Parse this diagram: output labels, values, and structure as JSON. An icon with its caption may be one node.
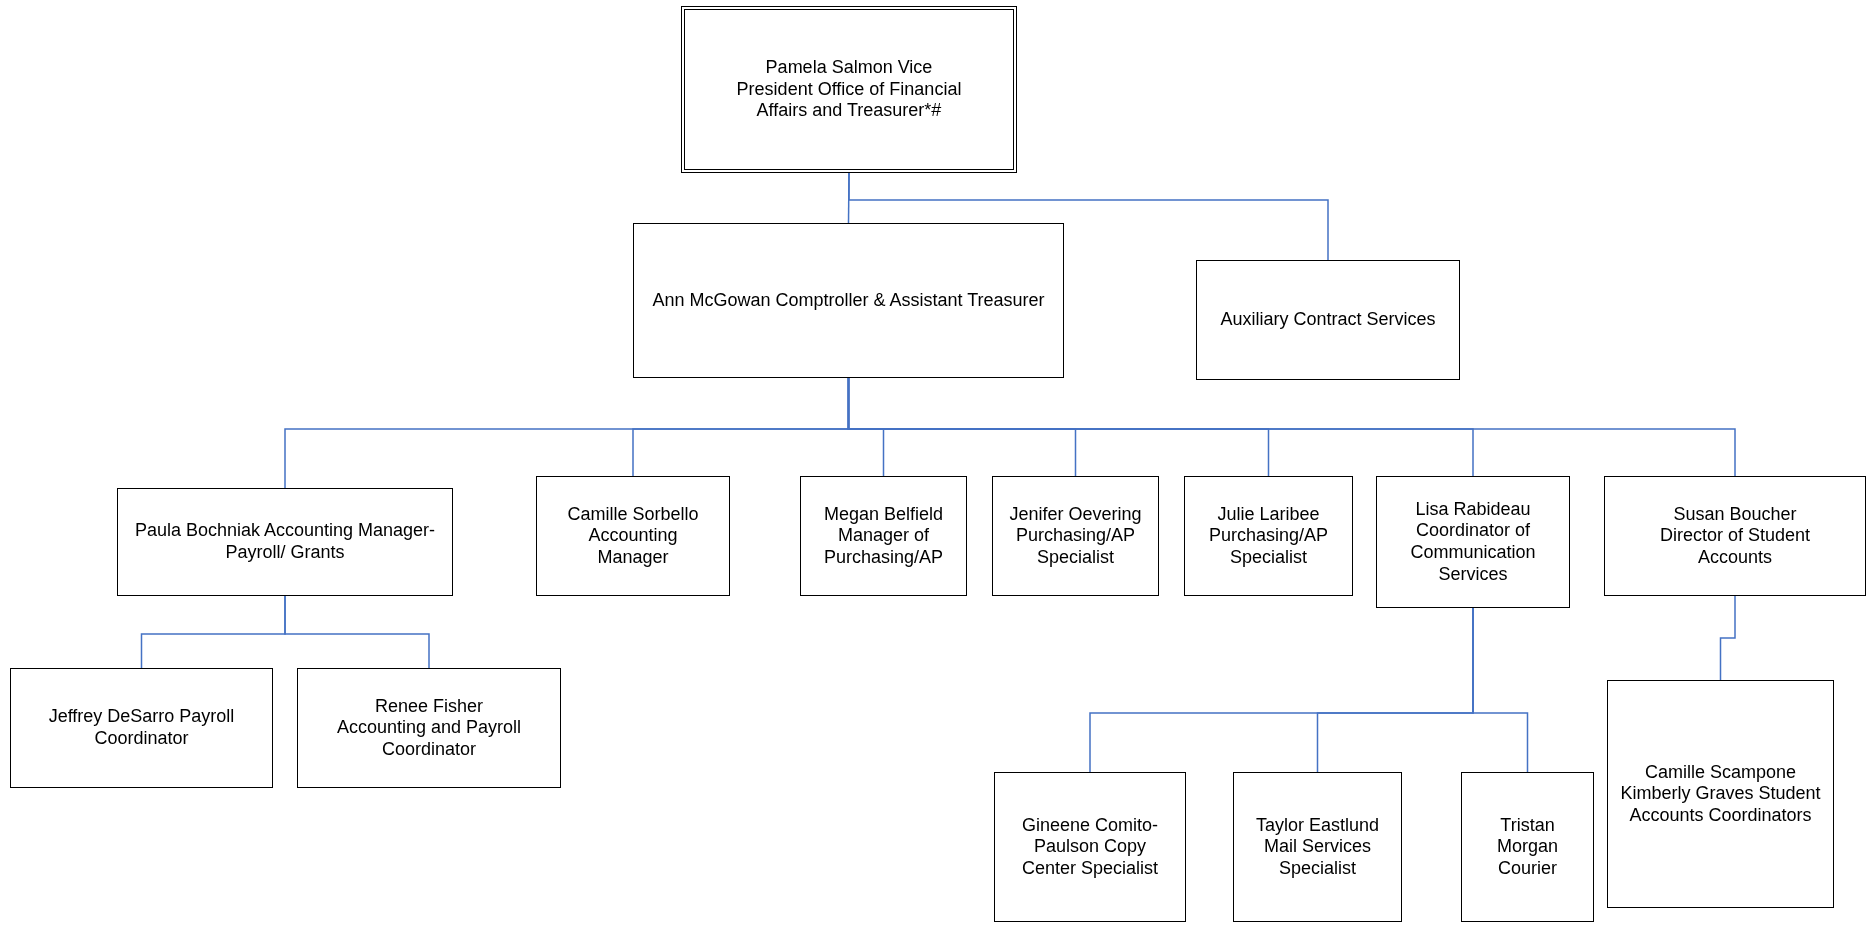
{
  "diagram": {
    "nodes": [
      {
        "text": [
          "Pamela Salmon Vice President Office of Financial Affairs and Treasurer*#"
        ]
      },
      {
        "text": [
          "Ann McGowan Comptroller & Assistant Treasurer"
        ]
      },
      {
        "text": [
          "Auxiliary Contract Services"
        ]
      },
      {
        "text": [
          "Paula Bochniak Accounting Manager-Payroll/ Grants"
        ]
      },
      {
        "text": [
          "Camille Sorbello Accounting Manager"
        ]
      },
      {
        "text": [
          "Megan Belfield Manager of Purchasing/AP"
        ]
      },
      {
        "text": [
          "Jenifer Oevering Purchasing/AP Specialist"
        ]
      },
      {
        "text": [
          "Julie Laribee Purchasing/AP Specialist"
        ]
      },
      {
        "text": [
          "Lisa Rabideau Coordinator of Communication Services"
        ]
      },
      {
        "text": [
          "Susan Boucher Director of Student Accounts"
        ]
      },
      {
        "text": [
          "Jeffrey DeSarro Payroll Coordinator"
        ]
      },
      {
        "text": [
          "Renee Fisher Accounting and Payroll Coordinator"
        ]
      },
      {
        "text": [
          "Gineene Comito-Paulson Copy Center Specialist"
        ]
      },
      {
        "text": [
          "Taylor Eastlund Mail Services Specialist"
        ]
      },
      {
        "text": [
          "Tristan Morgan Courier"
        ]
      },
      {
        "text": [
          "Camille Scampone Kimberly Graves Student Accounts Coordinators"
        ]
      }
    ],
    "edges": [
      {
        "from": 0,
        "to": 1,
        "arrow": "none"
      },
      {
        "from": 0,
        "to": 2,
        "arrow": "none"
      },
      {
        "from": 1,
        "to": 3,
        "arrow": "none"
      },
      {
        "from": 1,
        "to": 4,
        "arrow": "none"
      },
      {
        "from": 1,
        "to": 5,
        "arrow": "none"
      },
      {
        "from": 1,
        "to": 6,
        "arrow": "none"
      },
      {
        "from": 1,
        "to": 7,
        "arrow": "none"
      },
      {
        "from": 1,
        "to": 8,
        "arrow": "none"
      },
      {
        "from": 1,
        "to": 9,
        "arrow": "none"
      },
      {
        "from": 3,
        "to": 10,
        "arrow": "none"
      },
      {
        "from": 3,
        "to": 11,
        "arrow": "none"
      },
      {
        "from": 8,
        "to": 12,
        "arrow": "none"
      },
      {
        "from": 8,
        "to": 13,
        "arrow": "none"
      },
      {
        "from": 8,
        "to": 14,
        "arrow": "none"
      },
      {
        "from": 9,
        "to": 15,
        "arrow": "none"
      }
    ]
  }
}
